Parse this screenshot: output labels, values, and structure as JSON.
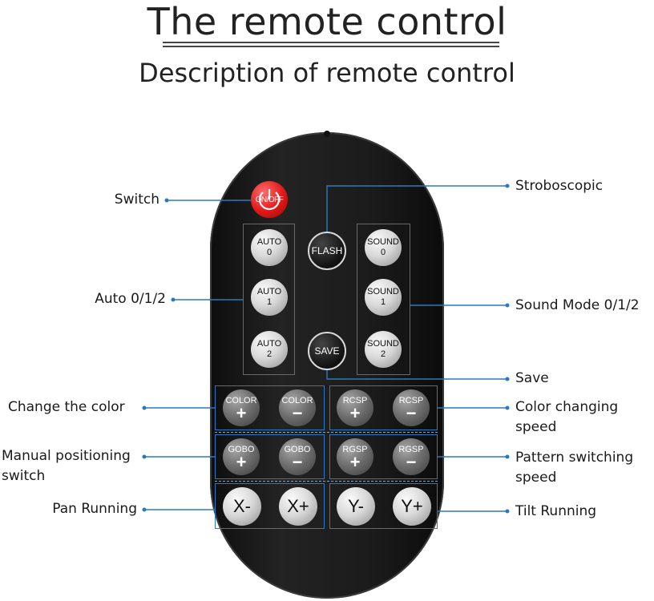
{
  "title": "The remote control",
  "subtitle": "Description of remote control",
  "buttons": {
    "onoff": "ON/OFF",
    "auto": [
      [
        "AUTO",
        "0"
      ],
      [
        "AUTO",
        "1"
      ],
      [
        "AUTO",
        "2"
      ]
    ],
    "sound": [
      [
        "SOUND",
        "0"
      ],
      [
        "SOUND",
        "1"
      ],
      [
        "SOUND",
        "2"
      ]
    ],
    "flash": "FLASH",
    "save": "SAVE",
    "color_plus": [
      "COLOR",
      "+"
    ],
    "color_minus": [
      "COLOR",
      "−"
    ],
    "rcsp_plus": [
      "RCSP",
      "+"
    ],
    "rcsp_minus": [
      "RCSP",
      "−"
    ],
    "gobo_plus": [
      "GOBO",
      "+"
    ],
    "gobo_minus": [
      "GOBO",
      "−"
    ],
    "rgsp_plus": [
      "RGSP",
      "+"
    ],
    "rgsp_minus": [
      "RGSP",
      "−"
    ],
    "x_minus": "X-",
    "x_plus": "X+",
    "y_minus": "Y-",
    "y_plus": "Y+"
  },
  "labels": {
    "switch": "Switch",
    "auto": "Auto 0/1/2",
    "change_color": "Change the color",
    "manual_1": "Manual positioning",
    "manual_2": "switch",
    "pan": "Pan Running",
    "strobe": "Stroboscopic",
    "sound_mode": "Sound Mode 0/1/2",
    "save": "Save",
    "color_speed_1": "Color changing",
    "color_speed_2": "speed",
    "pattern_speed_1": "Pattern switching",
    "pattern_speed_2": "speed",
    "tilt": "Tilt Running"
  },
  "colors": {
    "leader_line": "#2b78c0",
    "power_red": "#e01818",
    "remote_body": "#1b1b1b"
  }
}
